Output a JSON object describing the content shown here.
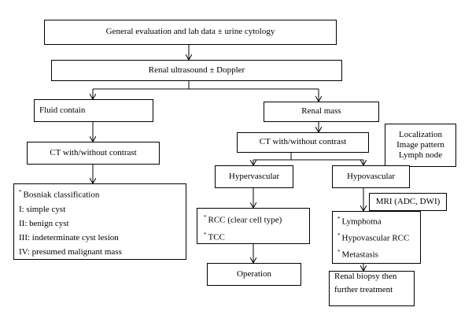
{
  "nodes": {
    "general": "General evaluation and lab data ± urine cytology",
    "ultrasound": "Renal ultrasound ± Doppler",
    "fluid": "Fluid contain",
    "renal_mass": "Renal mass",
    "ct_left": "CT with/without contrast",
    "ct_right": "CT with/without contrast",
    "localization": [
      "Localization",
      "Image pattern",
      "Lymph node"
    ],
    "hypervascular": "Hypervascular",
    "hypovascular": "Hypovascular",
    "bosniak": {
      "marker": "*",
      "items": [
        "Bosniak classification",
        "I: simple cyst",
        "II: benign cyst",
        "III: indeterminate cyst lesion",
        "IV: presumed malignant mass"
      ]
    },
    "rcc_tcc": {
      "marker": "*",
      "items": [
        "RCC (clear cell type)",
        "TCC"
      ]
    },
    "mri": "MRI (ADC, DWI)",
    "hypo_list": {
      "marker": "*",
      "items": [
        "Lymphoma",
        "Hypovascular RCC",
        "Metastasis"
      ]
    },
    "operation": "Operation",
    "biopsy": [
      "Renal biopsy then",
      "further treatment"
    ]
  }
}
